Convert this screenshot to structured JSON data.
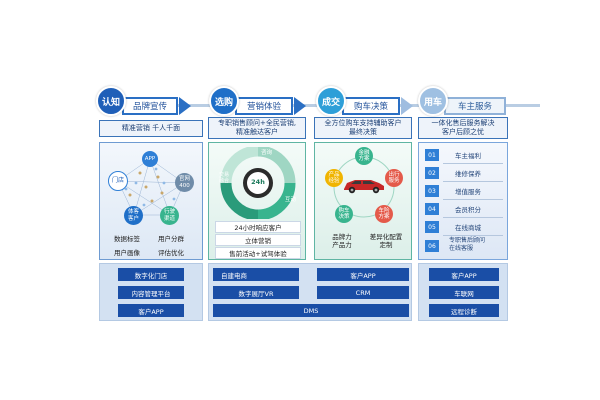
{
  "stages": [
    {
      "badge": "认知",
      "title": "品牌宣传",
      "slogan": "精准营销  千人千面",
      "bottom": [
        "数字化门店",
        "内容管理平台",
        "客户APP"
      ]
    },
    {
      "badge": "选购",
      "title": "营销体验",
      "slogan": "专职销售顾问+全民营销,\n精准触达客户",
      "bottom": [
        "自建电商",
        "数字展厅VR"
      ]
    },
    {
      "badge": "成交",
      "title": "购车决策",
      "slogan": "全方位购车支持辅助客户\n最终决策",
      "bottom": [
        "客户APP",
        "CRM"
      ]
    },
    {
      "badge": "用车",
      "title": "车主服务",
      "slogan": "一体化售后服务解决\n客户后顾之忧",
      "bottom": [
        "客户APP",
        "车联网",
        "远程诊断"
      ]
    }
  ],
  "shared_bar": "DMS",
  "cognition_diagram": {
    "nodes": {
      "app": "APP",
      "store": "门店",
      "website": "官网\n400",
      "customer": "体客\n客户",
      "channel": "行驶\n渠道"
    },
    "tags": [
      "数据标签",
      "用户分群",
      "用户画像",
      "评估优化"
    ]
  },
  "purchase_diagram": {
    "arc_labels": {
      "top": "咨询",
      "left": "交易融合",
      "right": "互动"
    },
    "center": "24h",
    "list": [
      "24小时响应客户",
      "立体营销",
      "售前活动+试驾体验"
    ]
  },
  "deal_diagram": {
    "bubbles": [
      "金融\n方案",
      "产品\n经验",
      "出行\n服务",
      "购车\n决策",
      "车险\n方案"
    ],
    "features": [
      "品牌力\n产品力",
      "差异化配置\n定制"
    ]
  },
  "service_list": [
    {
      "num": "01",
      "label": "车主福利"
    },
    {
      "num": "02",
      "label": "维修保养"
    },
    {
      "num": "03",
      "label": "增值服务"
    },
    {
      "num": "04",
      "label": "会员积分"
    },
    {
      "num": "05",
      "label": "在线商城"
    },
    {
      "num": "06",
      "label": "专职售后顾问\n在线客服"
    }
  ],
  "colors": {
    "badge1": "#1f5fb8",
    "badge2": "#1f6fc8",
    "badge3": "#2e9fd8",
    "badge4": "#9fc0e2",
    "accent_green": "#38b48e",
    "dark_blue": "#1a4ea6"
  }
}
